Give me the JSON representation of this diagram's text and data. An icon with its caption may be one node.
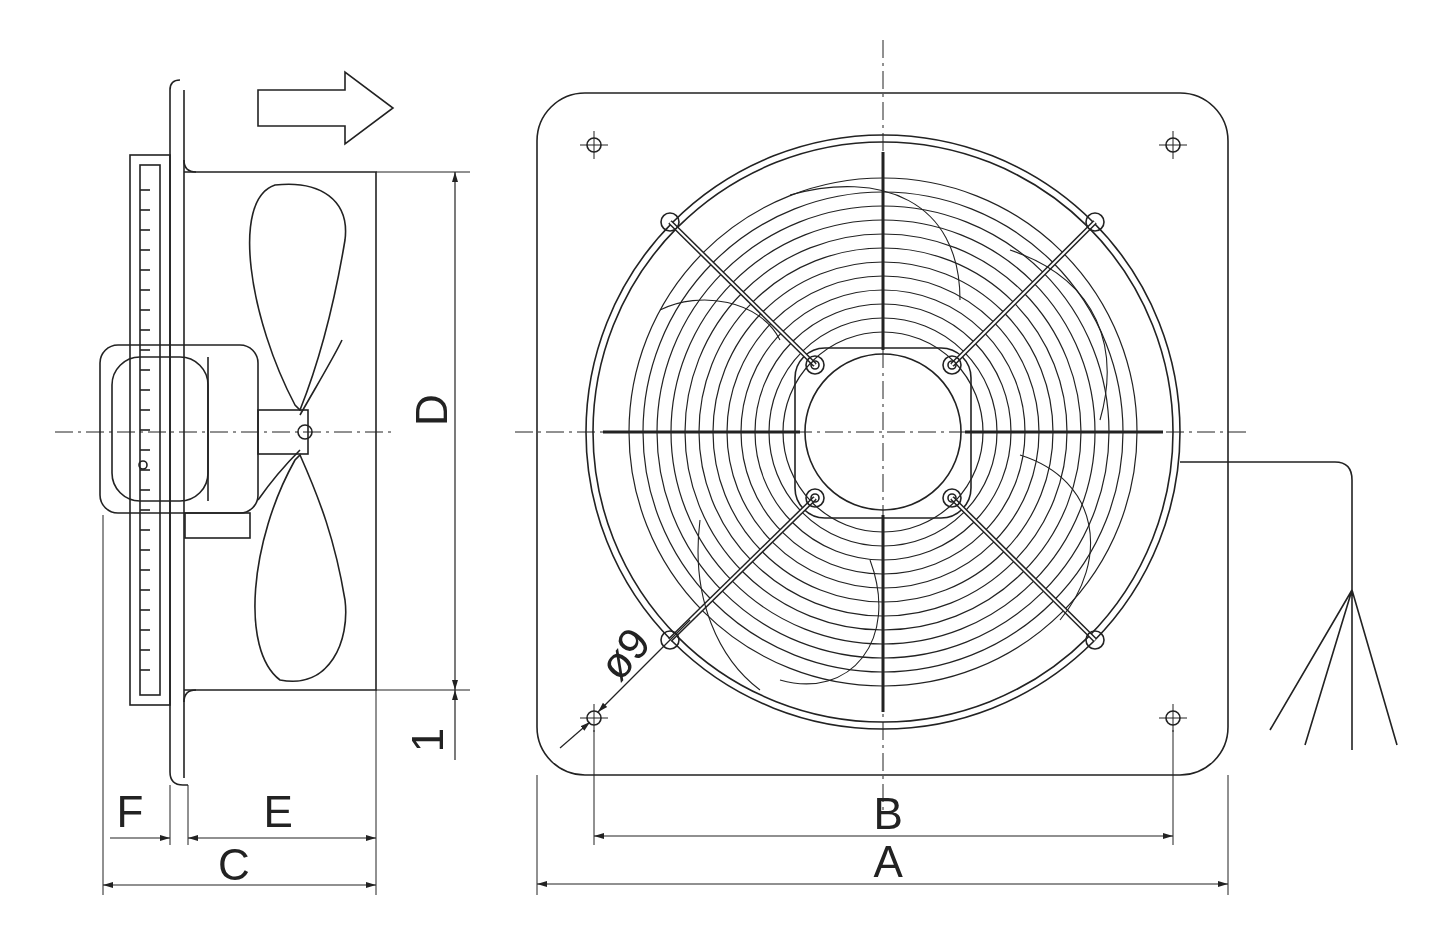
{
  "diagram": {
    "labels": [
      "D",
      "ø9",
      "1",
      "F",
      "E",
      "B",
      "C",
      "A"
    ]
  }
}
